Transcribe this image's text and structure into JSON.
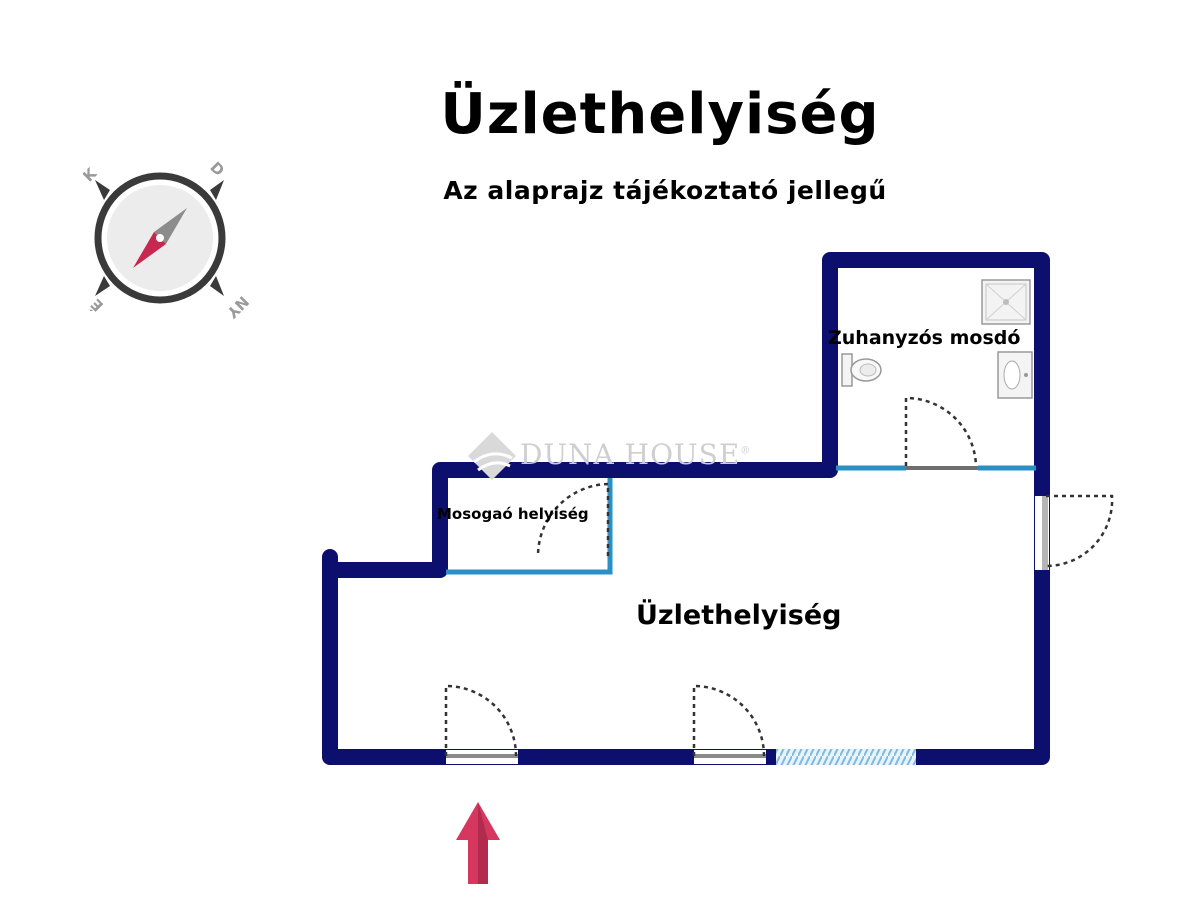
{
  "header": {
    "title": "Üzlethelyiség",
    "subtitle": "Az alaprajz tájékoztató jellegű"
  },
  "rooms": {
    "main": "Üzlethelyiség",
    "washing": "Mosogaó helyiség",
    "shower": "Zuhanyzós mosdó"
  },
  "watermark": {
    "text": "DUNA HOUSE",
    "mark": "®"
  },
  "compass": {
    "north": "É",
    "east": "K",
    "south": "D",
    "west": "NY"
  },
  "colors": {
    "wall": "#0c0f6e",
    "inner_wall": "#2a8fc4",
    "door_swing": "#333333",
    "entrance_arrow": "#d6375f",
    "window": "#7fb9df",
    "compass_needle_red": "#c8284f",
    "compass_ring": "#3a3a3a"
  },
  "icons": [
    "compass-icon",
    "entrance-arrow-icon",
    "shower-tray-icon",
    "toilet-icon",
    "sink-icon",
    "duna-house-logo-icon"
  ]
}
